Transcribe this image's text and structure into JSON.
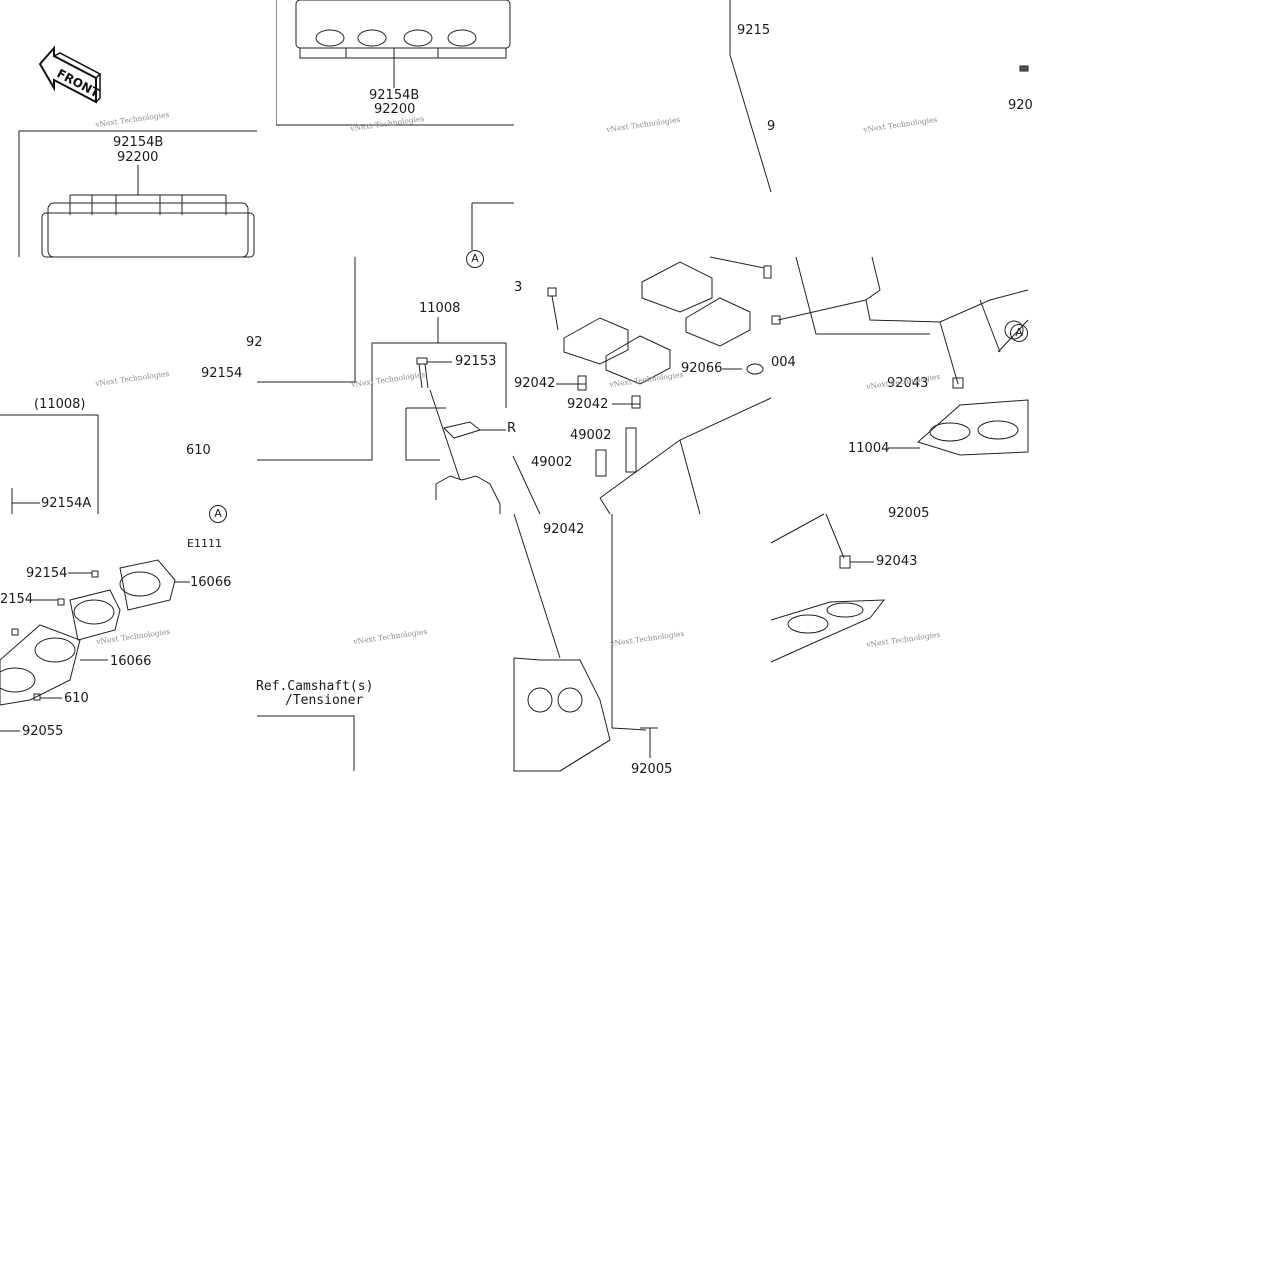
{
  "front_label": "FRONT",
  "diagram_code": "E1111",
  "ref_note": [
    "Ref.Camshaft(s)",
    "/Tensioner"
  ],
  "callout_letter": "A",
  "watermark": "vNext Technologies",
  "labels": {
    "p92154B_top": "92154B",
    "p92200_top": "92200",
    "p92154B_left": "92154B",
    "p92200_left": "92200",
    "p9215_top_right": "9215",
    "p920_right": "920",
    "p9_right": "9",
    "p11008": "11008",
    "p92153": "92153",
    "p92154_mid": "92154",
    "p92_mid": "92",
    "p11008_paren": "(11008)",
    "p610_mid": "610",
    "p92154A": "92154A",
    "p3_left": "3",
    "p92042_a": "92042",
    "p92042_b": "92042",
    "p92042_c": "92042",
    "p92066": "92066",
    "p004": "004",
    "p49002_a": "49002",
    "p49002_b": "49002",
    "pR": "R",
    "p92043_a": "92043",
    "p92043_b": "92043",
    "p11004": "11004",
    "p92005_a": "92005",
    "p92005_b": "92005",
    "p92154_left_a": "92154",
    "p2154_left": "2154",
    "p16066_a": "16066",
    "p16066_b": "16066",
    "p610_left": "610",
    "p92055": "92055"
  }
}
